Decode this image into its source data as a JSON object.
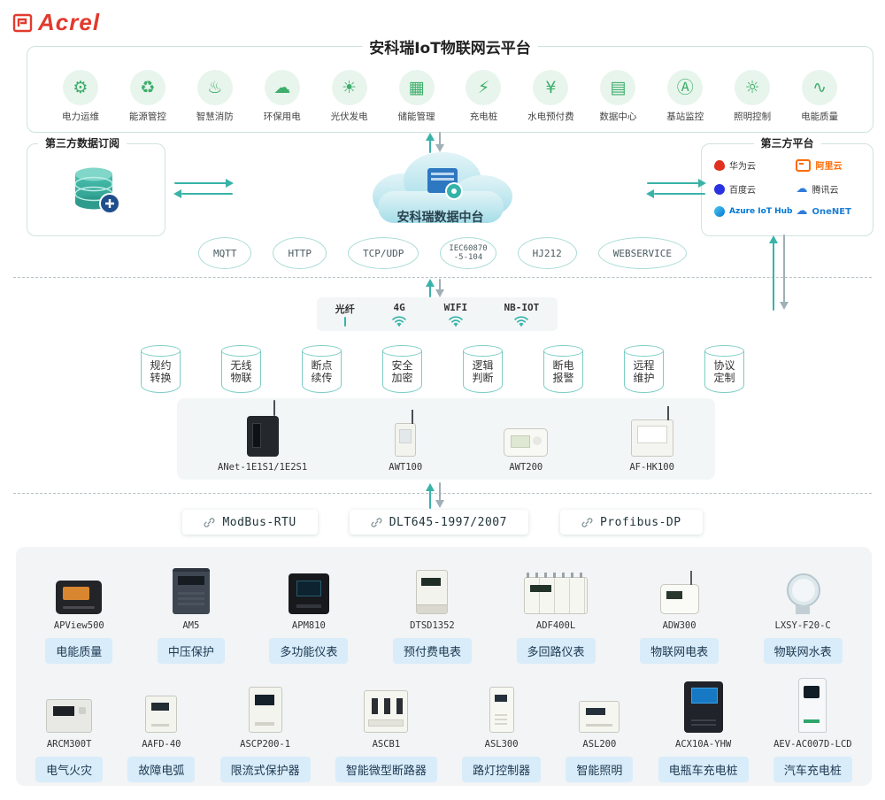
{
  "brand": {
    "name": "Acrel"
  },
  "colors": {
    "accent": "#39b3a8",
    "app_green": "#3dae6b",
    "device_label_bg": "#d9ecfa",
    "device_label_text": "#1c3850"
  },
  "platform": {
    "title": "安科瑞IoT物联网云平台",
    "apps": [
      {
        "label": "电力运维",
        "glyph": "⚙"
      },
      {
        "label": "能源管控",
        "glyph": "♻"
      },
      {
        "label": "智慧消防",
        "glyph": "♨"
      },
      {
        "label": "环保用电",
        "glyph": "☁"
      },
      {
        "label": "光伏发电",
        "glyph": "☀"
      },
      {
        "label": "储能管理",
        "glyph": "▦"
      },
      {
        "label": "充电桩",
        "glyph": "⚡"
      },
      {
        "label": "水电预付费",
        "glyph": "¥"
      },
      {
        "label": "数据中心",
        "glyph": "▤"
      },
      {
        "label": "基站监控",
        "glyph": "Ⓐ"
      },
      {
        "label": "照明控制",
        "glyph": "☼"
      },
      {
        "label": "电能质量",
        "glyph": "∿"
      }
    ]
  },
  "subscription": {
    "title": "第三方数据订阅"
  },
  "cloud": {
    "label": "安科瑞数据中台"
  },
  "third_party": {
    "title": "第三方平台",
    "platforms": [
      {
        "name": "华为云"
      },
      {
        "name": "阿里云"
      },
      {
        "name": "百度云"
      },
      {
        "name": "腾讯云"
      },
      {
        "name": "Azure IoT Hub"
      },
      {
        "name": "OneNET"
      }
    ]
  },
  "protocols": [
    {
      "label": "MQTT"
    },
    {
      "label": "HTTP"
    },
    {
      "label": "TCP/UDP"
    },
    {
      "label": "IEC60870",
      "label2": "-5-104"
    },
    {
      "label": "HJ212"
    },
    {
      "label": "WEBSERVICE"
    }
  ],
  "connectivity": [
    {
      "label": "光纤"
    },
    {
      "label": "4G"
    },
    {
      "label": "WIFI"
    },
    {
      "label": "NB-IOT"
    }
  ],
  "features": [
    {
      "line1": "规约",
      "line2": "转换"
    },
    {
      "line1": "无线",
      "line2": "物联"
    },
    {
      "line1": "断点",
      "line2": "续传"
    },
    {
      "line1": "安全",
      "line2": "加密"
    },
    {
      "line1": "逻辑",
      "line2": "判断"
    },
    {
      "line1": "断电",
      "line2": "报警"
    },
    {
      "line1": "远程",
      "line2": "维护"
    },
    {
      "line1": "协议",
      "line2": "定制"
    }
  ],
  "gateways": [
    {
      "model": "ANet-1E1S1/1E2S1"
    },
    {
      "model": "AWT100"
    },
    {
      "model": "AWT200"
    },
    {
      "model": "AF-HK100"
    }
  ],
  "bus_protocols": [
    {
      "label": "ModBus-RTU"
    },
    {
      "label": "DLT645-1997/2007"
    },
    {
      "label": "Profibus-DP"
    }
  ],
  "devices_row1": [
    {
      "model": "APView500",
      "label": "电能质量"
    },
    {
      "model": "AM5",
      "label": "中压保护"
    },
    {
      "model": "APM810",
      "label": "多功能仪表"
    },
    {
      "model": "DTSD1352",
      "label": "预付费电表"
    },
    {
      "model": "ADF400L",
      "label": "多回路仪表"
    },
    {
      "model": "ADW300",
      "label": "物联网电表"
    },
    {
      "model": "LXSY-F20-C",
      "label": "物联网水表"
    }
  ],
  "devices_row2": [
    {
      "model": "ARCM300T",
      "label": "电气火灾"
    },
    {
      "model": "AAFD-40",
      "label": "故障电弧"
    },
    {
      "model": "ASCP200-1",
      "label": "限流式保护器"
    },
    {
      "model": "ASCB1",
      "label": "智能微型断路器"
    },
    {
      "model": "ASL300",
      "label": "路灯控制器"
    },
    {
      "model": "ASL200",
      "label": "智能照明"
    },
    {
      "model": "ACX10A-YHW",
      "label": "电瓶车充电桩"
    },
    {
      "model": "AEV-AC007D-LCD",
      "label": "汽车充电桩"
    }
  ]
}
